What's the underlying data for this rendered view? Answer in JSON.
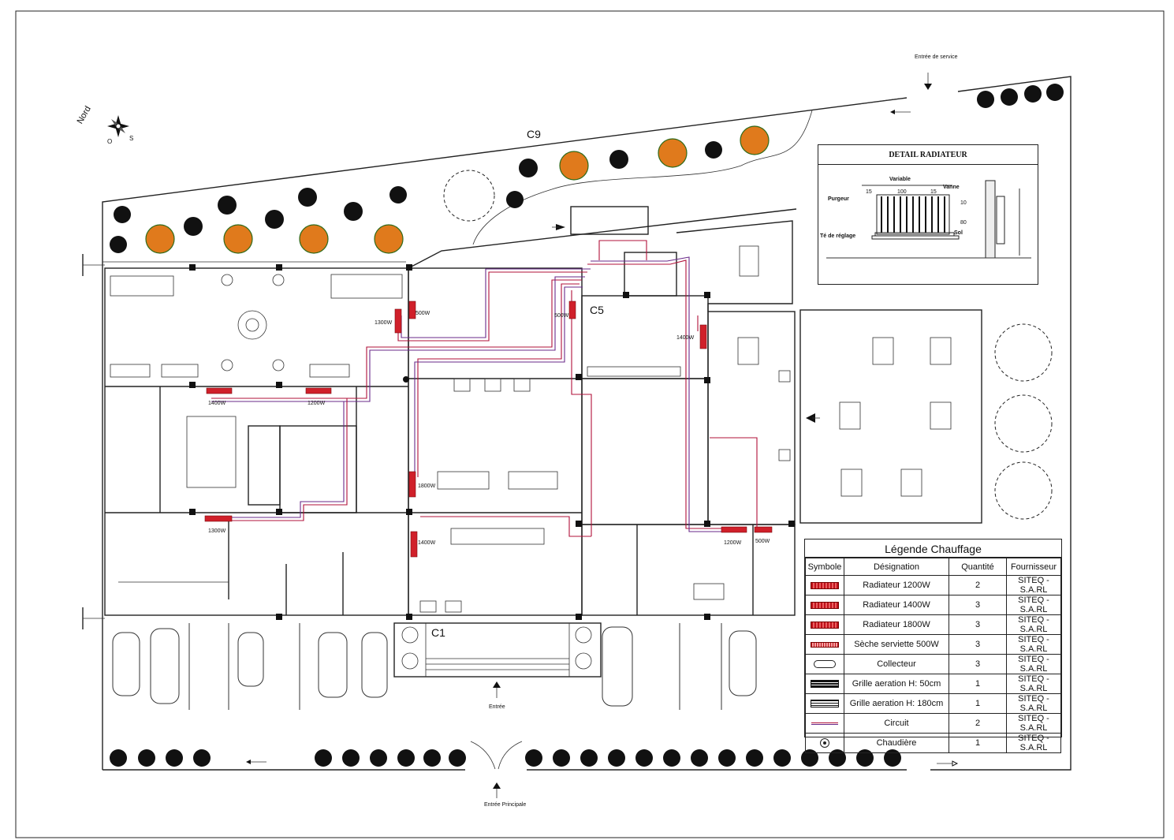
{
  "plan": {
    "north_label": "Nord",
    "zone_labels": {
      "c9": "C9",
      "c5": "C5",
      "c1": "C1"
    },
    "entrances": {
      "service": "Entrée de service",
      "main_entry": "Entrée",
      "principal": "Entrée Principale"
    },
    "radiator_labels": [
      "1300W",
      "500W",
      "500W",
      "1400W",
      "1400W",
      "1200W",
      "1800W",
      "1300W",
      "1400W",
      "1200W",
      "500W"
    ]
  },
  "detail": {
    "title": "DETAIL RADIATEUR",
    "labels": {
      "variable": "Variable",
      "purgeur": "Purgeur",
      "vanne": "Vanne",
      "te": "Té de réglage",
      "sol": "Sol",
      "dim15a": "15",
      "dim100": "100",
      "dim15b": "15",
      "dim10": "10",
      "dim80": "80"
    }
  },
  "legend": {
    "title": "Légende Chauffage",
    "headers": [
      "Symbole",
      "Désignation",
      "Quantité",
      "Fournisseur"
    ],
    "rows": [
      {
        "symbol": "radiator-1200-icon",
        "designation": "Radiateur 1200W",
        "quantite": "2",
        "fournisseur": "SITEQ - S.A.RL"
      },
      {
        "symbol": "radiator-1400-icon",
        "designation": "Radiateur 1400W",
        "quantite": "3",
        "fournisseur": "SITEQ - S.A.RL"
      },
      {
        "symbol": "radiator-1800-icon",
        "designation": "Radiateur 1800W",
        "quantite": "3",
        "fournisseur": "SITEQ - S.A.RL"
      },
      {
        "symbol": "towel-dryer-icon",
        "designation": "Sèche serviette 500W",
        "quantite": "3",
        "fournisseur": "SITEQ - S.A.RL"
      },
      {
        "symbol": "collector-icon",
        "designation": "Collecteur",
        "quantite": "3",
        "fournisseur": "SITEQ - S.A.RL"
      },
      {
        "symbol": "vent-grille-50-icon",
        "designation": "Grille aeration H: 50cm",
        "quantite": "1",
        "fournisseur": "SITEQ - S.A.RL"
      },
      {
        "symbol": "vent-grille-180-icon",
        "designation": "Grille aeration H: 180cm",
        "quantite": "1",
        "fournisseur": "SITEQ - S.A.RL"
      },
      {
        "symbol": "circuit-line-icon",
        "designation": "Circuit",
        "quantite": "2",
        "fournisseur": "SITEQ - S.A.RL"
      },
      {
        "symbol": "boiler-icon",
        "designation": "Chaudière",
        "quantite": "1",
        "fournisseur": "SITEQ - S.A.RL"
      }
    ]
  }
}
